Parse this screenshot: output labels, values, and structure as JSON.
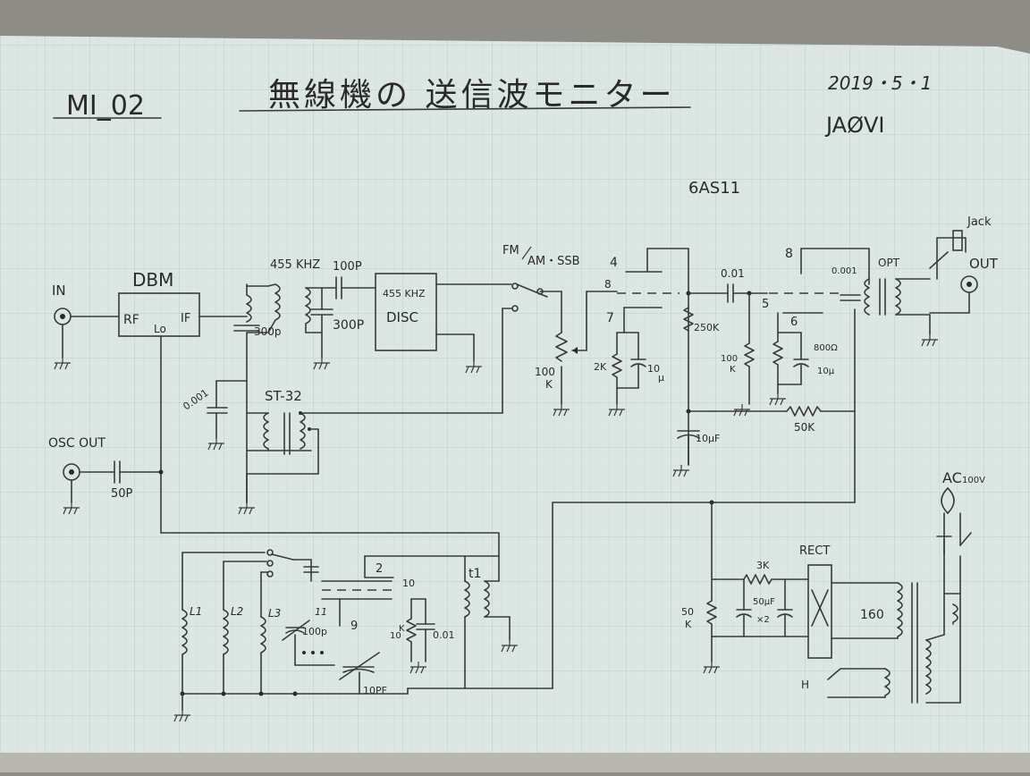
{
  "header": {
    "doc_id": "MI_02",
    "title": "無線機の 送信波モニター",
    "date": "2019・5・1",
    "callsign": "JAØVI"
  },
  "labels": {
    "tube_type": "6AS11",
    "in": "IN",
    "dbm": "DBM",
    "rf": "RF",
    "lo": "Lo",
    "if": "IF",
    "khz455": "455 KHZ",
    "c100p": "100P",
    "c300p_a": "300p",
    "c300p_b": "300P",
    "disc_freq": "455 KHZ",
    "disc": "DISC",
    "mode_fm": "FM",
    "mode_am": "AM・SSB",
    "pin4": "4",
    "pin8a": "8",
    "pin7": "7",
    "r100k_pot": "100",
    "r100k_pot_unit": "K",
    "r2k": "2K",
    "c10p_a": "10",
    "c10p_a_unit": "μ",
    "c001_a": "0.01",
    "r250k": "250K",
    "r100k_b": "100",
    "r100k_b_unit": "K",
    "pin5": "5",
    "pin8b": "8",
    "c0001_b": "0.001",
    "pin6": "6",
    "r800": "800Ω",
    "c10u": "10μ",
    "r50k": "50K",
    "c10uf": "10μF",
    "opt": "OPT",
    "jack": "Jack",
    "out": "OUT",
    "c0001_a": "0.001",
    "st32": "ST-32",
    "osc_out": "OSC OUT",
    "c50p": "50P",
    "l1": "L1",
    "l2": "L2",
    "l3": "L3",
    "pin2": "2",
    "pin10": "10",
    "pin11": "11",
    "pin9": "9",
    "c100p_b": "100p",
    "c10pf": "10PF",
    "r10k": "10",
    "r10k_unit": "K",
    "c001_b": "0.01",
    "t1": "t1",
    "ac100v": "AC",
    "ac100v_sub": "100V",
    "rect": "RECT",
    "r3k": "3K",
    "c50uf": "50μF",
    "x2": "×2",
    "r50k_b": "50",
    "r50k_b_unit": "K",
    "v160": "160",
    "h": "H"
  },
  "colors": {
    "paper": "#dce6e3",
    "grid_major": "#b8cdc8",
    "grid_minor": "#cfdcd8",
    "ink": "#3a3a3a",
    "background": "#8e8c86"
  }
}
